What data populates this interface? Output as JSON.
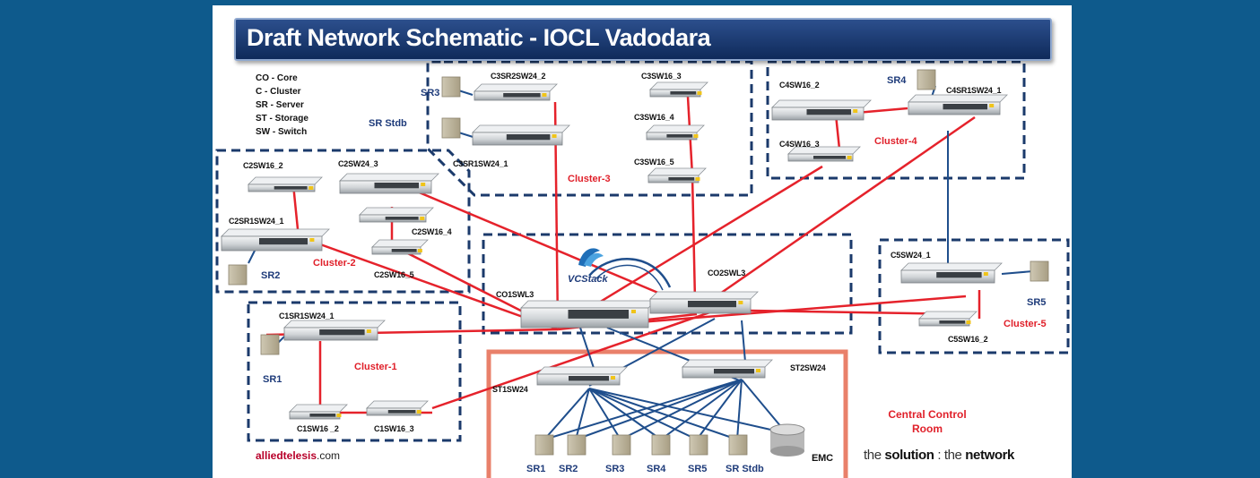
{
  "title": "Draft Network Schematic - IOCL Vadodara",
  "legend": [
    "CO - Core",
    "C - Cluster",
    "SR - Server",
    "ST - Storage",
    "SW - Switch"
  ],
  "devices": {
    "c3sr2sw24_2": "C3SR2SW24_2",
    "c3sr1sw24_1": "C3SR1SW24_1",
    "c3sw16_3": "C3SW16_3",
    "c3sw16_4": "C3SW16_4",
    "c3sw16_5": "C3SW16_5",
    "c4sw16_2": "C4SW16_2",
    "c4sw16_3": "C4SW16_3",
    "c4sr1sw24_1": "C4SR1SW24_1",
    "c2sw16_2": "C2SW16_2",
    "c2sw24_3": "C2SW24_3",
    "c2sr1sw24_1": "C2SR1SW24_1",
    "c2sw16_4": "C2SW16_4",
    "c2sw16_5": "C2SW16_5",
    "co1swl3": "CO1SWL3",
    "co2swl3": "CO2SWL3",
    "c5sw24_1": "C5SW24_1",
    "c5sw16_2": "C5SW16_2",
    "c1sr1sw24_1": "C1SR1SW24_1",
    "c1sw16_2": "C1SW16 _2",
    "c1sw16_3": "C1SW16_3",
    "st1sw24": "ST1SW24",
    "st2sw24": "ST2SW24"
  },
  "servers": {
    "sr3": "SR3",
    "sr_stdb": "SR Stdb",
    "sr4": "SR4",
    "sr2": "SR2",
    "sr5": "SR5",
    "sr1": "SR1"
  },
  "bottom_servers": [
    "SR1",
    "SR2",
    "SR3",
    "SR4",
    "SR5",
    "SR Stdb"
  ],
  "emc": "EMC",
  "clusters": {
    "cluster1": "Cluster-1",
    "cluster2": "Cluster-2",
    "cluster3": "Cluster-3",
    "cluster4": "Cluster-4",
    "cluster5": "Cluster-5"
  },
  "vcs_label": "VCStack",
  "control_room": [
    "Central Control",
    "Room"
  ],
  "brand": {
    "name": "alliedtelesis",
    "suffix": ".com"
  },
  "tagline": {
    "pre": "the ",
    "solution": "solution",
    "sep": " : the ",
    "network": "network"
  },
  "colors": {
    "background": "#0e5a8c",
    "title_bar": "#1b3a73",
    "red_link": "#e5222b",
    "blue_link": "#1f4e8c",
    "cluster_text": "#e0202a",
    "box_dash": "#1b3a6b",
    "central_room_border": "#e9806a"
  }
}
